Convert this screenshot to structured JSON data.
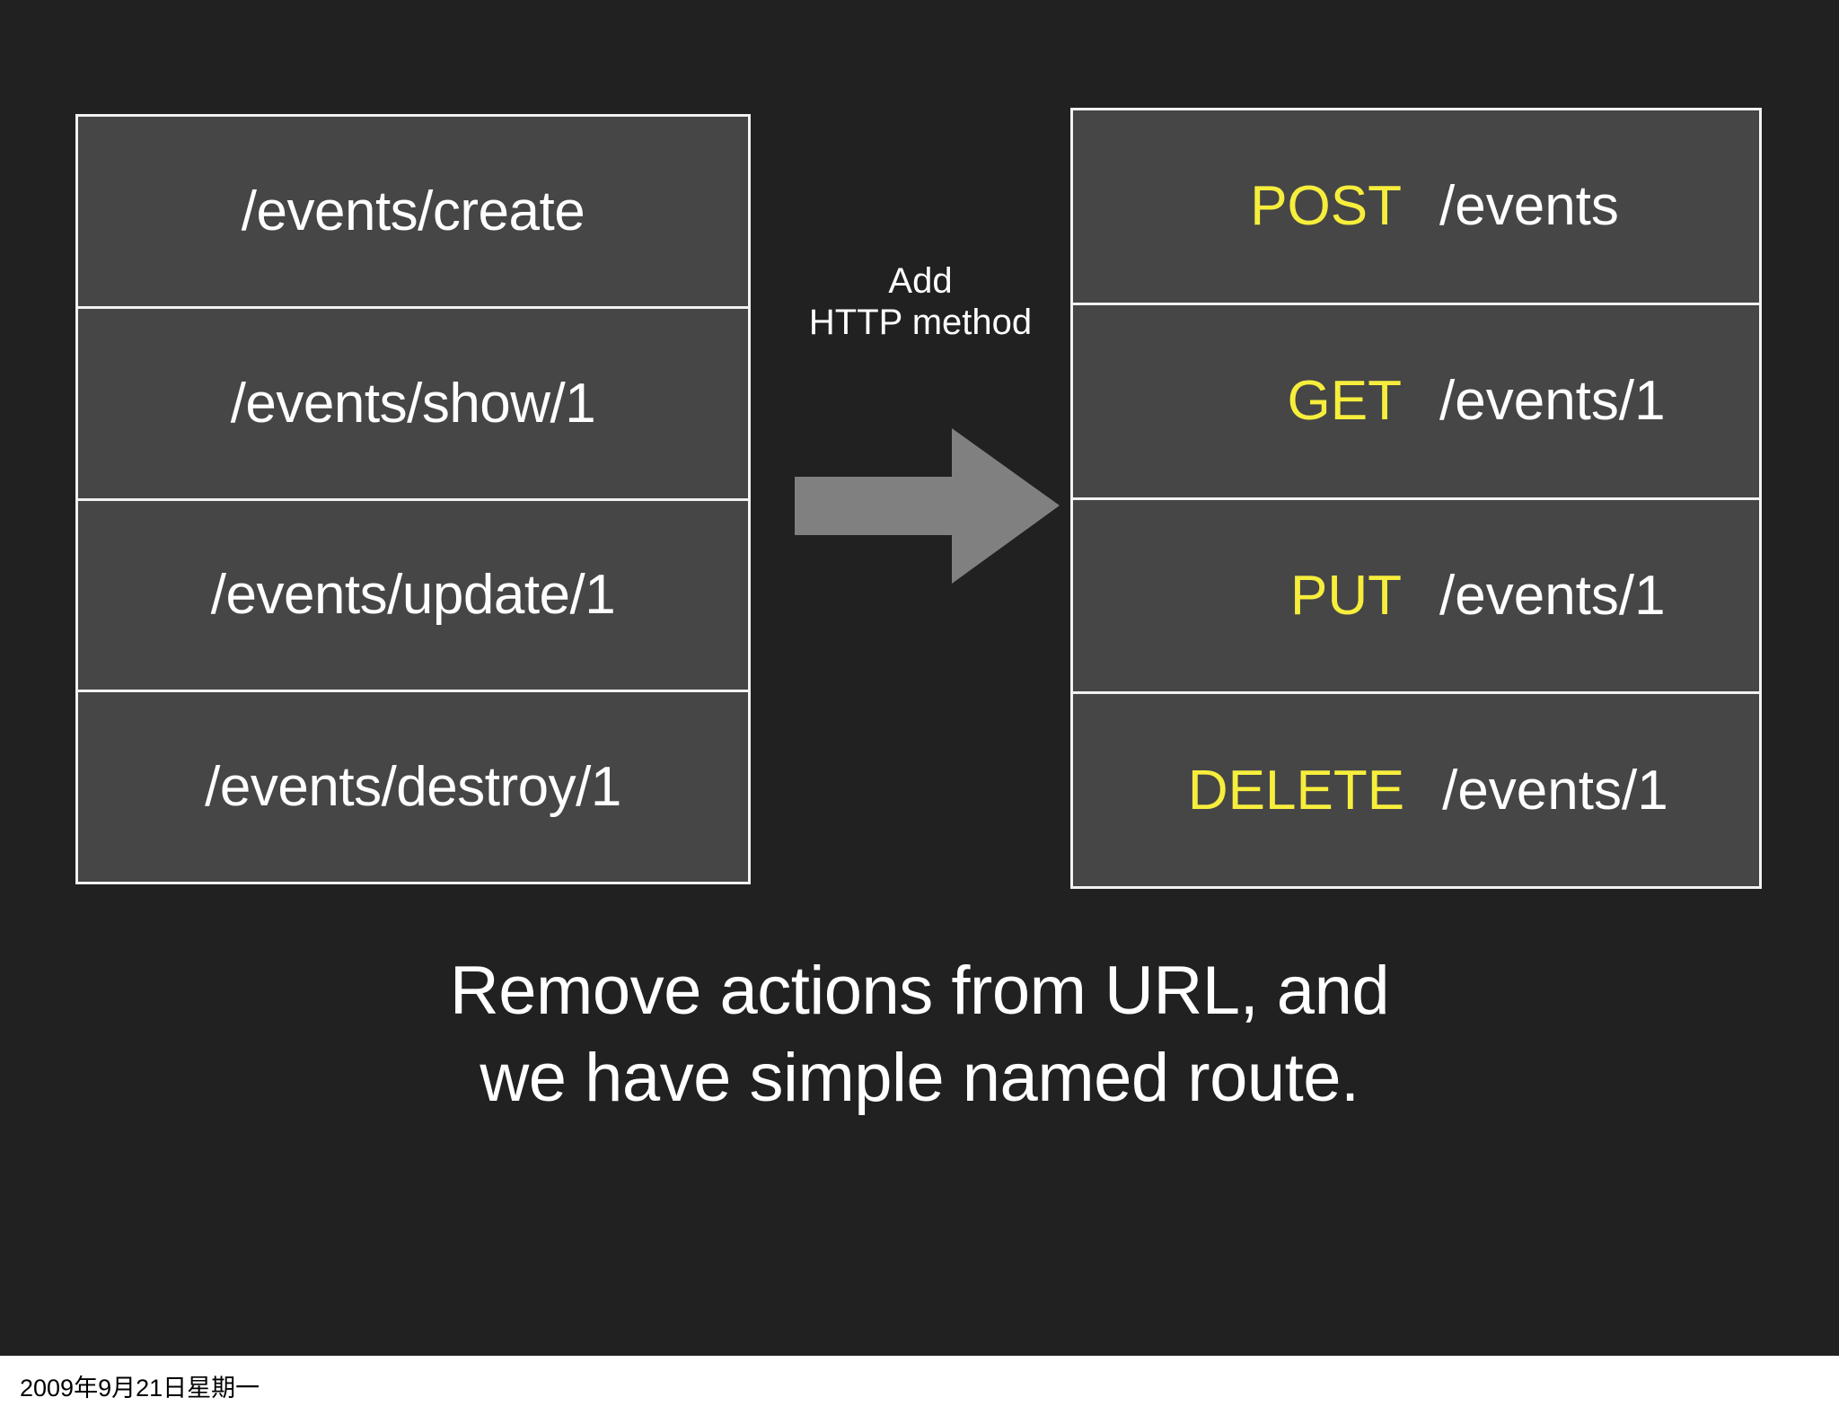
{
  "slide": {
    "background_color": "#212121",
    "left_table": {
      "rows": [
        {
          "path": "/events/create"
        },
        {
          "path": "/events/show/1"
        },
        {
          "path": "/events/update/1"
        },
        {
          "path": "/events/destroy/1"
        }
      ]
    },
    "transition": {
      "label_line1": "Add",
      "label_line2": "HTTP method",
      "arrow_icon": "arrow-right-icon",
      "arrow_color": "#808080"
    },
    "right_table": {
      "method_color": "#f7ee3c",
      "rows": [
        {
          "method": "POST",
          "path": "/events"
        },
        {
          "method": "GET",
          "path": "/events/1"
        },
        {
          "method": "PUT",
          "path": "/events/1"
        },
        {
          "method": "DELETE",
          "path": "/events/1"
        }
      ]
    },
    "caption": {
      "line1": "Remove actions from URL, and",
      "line2": "we have simple named route."
    }
  },
  "footer": {
    "date": "2009年9月21日星期一"
  }
}
